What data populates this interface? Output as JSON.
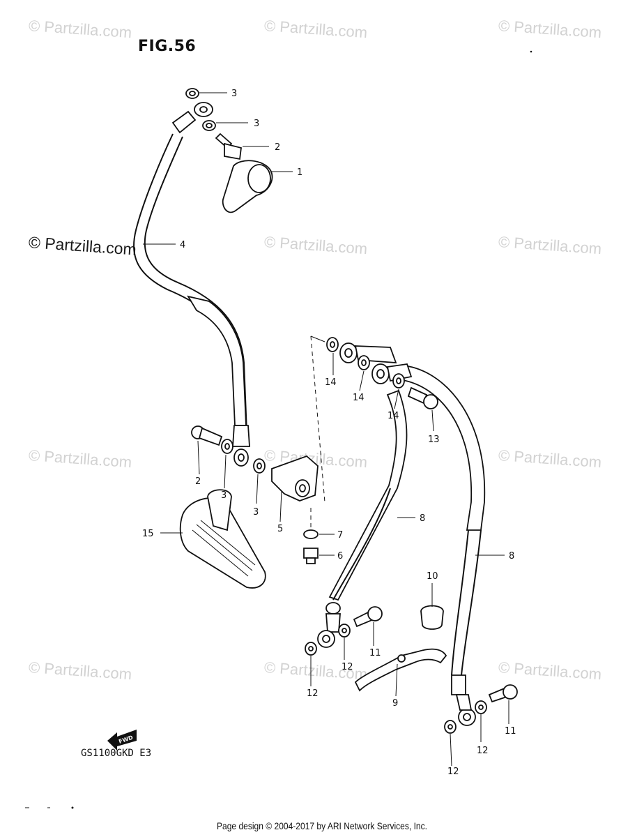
{
  "figure": {
    "title": "FIG.56",
    "model_code": "GS1100GKD E3"
  },
  "watermarks": [
    "© Partzilla.com",
    "© Partzilla.com",
    "© Partzilla.com",
    "© Partzilla.com",
    "© Partzilla.com",
    "© Partzilla.com",
    "© Partzilla.com",
    "© Partzilla.com",
    "© Partzilla.com",
    "© Partzilla.com",
    "© Partzilla.com",
    "© Partzilla.com"
  ],
  "fwd_arrow_label": "FWD",
  "callouts": [
    "3",
    "3",
    "2",
    "1",
    "4",
    "14",
    "14",
    "14",
    "13",
    "2",
    "3",
    "3",
    "5",
    "7",
    "6",
    "15",
    "8",
    "8",
    "10",
    "11",
    "12",
    "12",
    "9",
    "12",
    "11",
    "12"
  ],
  "footer": "Page design © 2004-2017 by ARI Network Services, Inc."
}
